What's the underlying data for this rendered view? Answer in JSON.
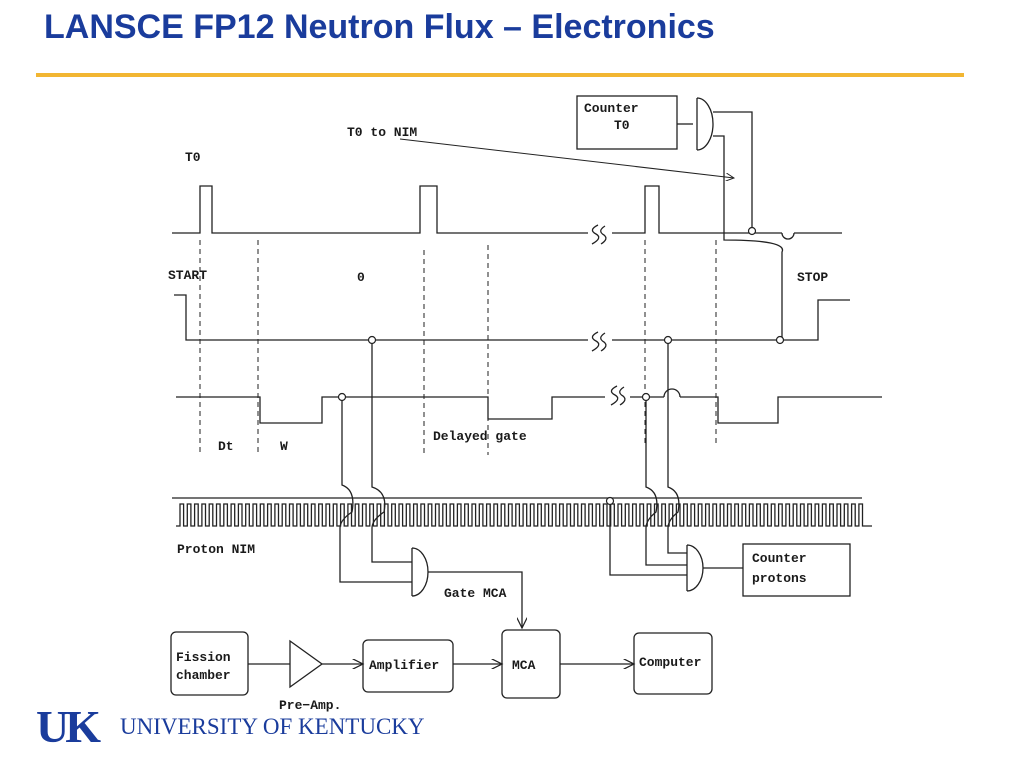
{
  "title": "LANSCE FP12 Neutron Flux – Electronics",
  "logo": {
    "mark": "UK",
    "name": "UNIVERSITY OF KENTUCKY"
  },
  "colors": {
    "title": "#1a3c9c",
    "rule": "#f2b632",
    "logo": "#1a3c9c"
  },
  "diagram": {
    "labels": {
      "counter_t0_line1": "Counter",
      "counter_t0_line2": "T0",
      "t0_to_nim": "T0 to NIM",
      "t0": "T0",
      "start": "START",
      "zero": "0",
      "stop": "STOP",
      "dt": "Dt",
      "w": "W",
      "delayed_gate": "Delayed gate",
      "proton_nim": "Proton NIM",
      "gate_mca": "Gate MCA",
      "counter_protons_line1": "Counter",
      "counter_protons_line2": "protons",
      "fission_line1": "Fission",
      "fission_line2": "chamber",
      "pre_amp": "Pre−Amp.",
      "amplifier": "Amplifier",
      "mca": "MCA",
      "computer": "Computer"
    },
    "icons": [
      "and-gate-icon",
      "break-mark-icon",
      "junction-dot-icon",
      "amplifier-triangle-icon",
      "arrow-icon"
    ]
  }
}
